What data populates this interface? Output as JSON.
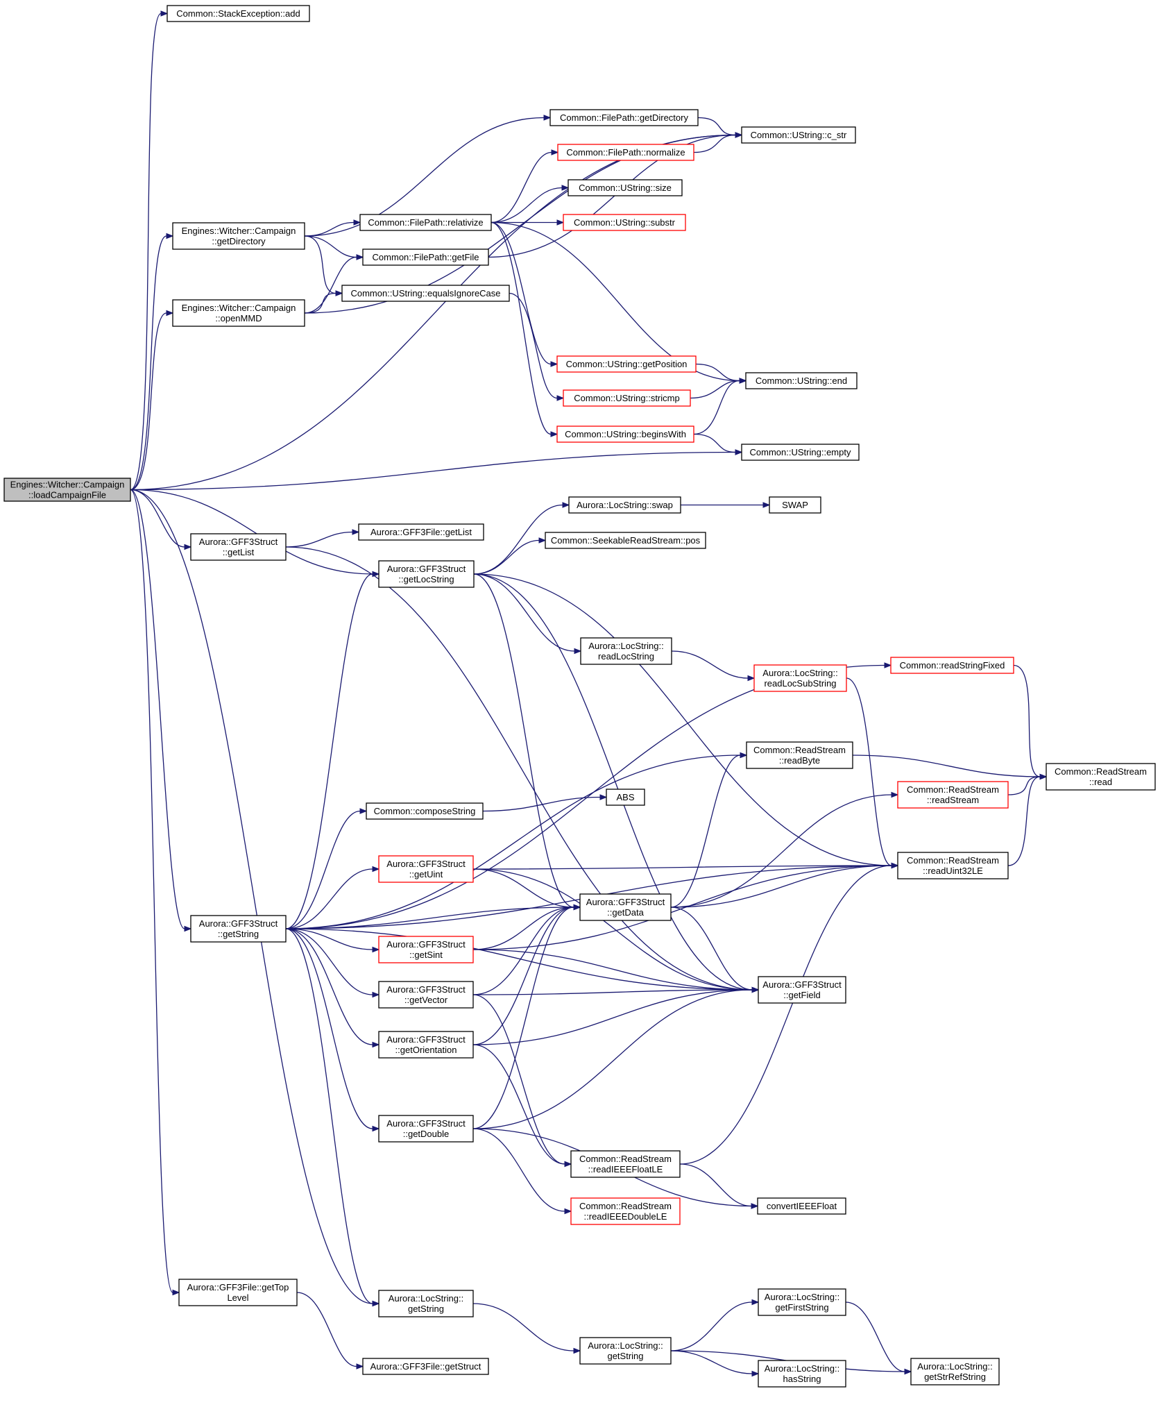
{
  "colors": {
    "edge": "#191970",
    "node_border": "#000000",
    "node_border_red": "#ff0000",
    "root_fill": "#bfbfbf"
  },
  "nodes": [
    {
      "id": "root",
      "lines": [
        "Engines::Witcher::Campaign",
        "::loadCampaignFile"
      ],
      "style": "root"
    },
    {
      "id": "stackexc_add",
      "lines": [
        "Common::StackException::add"
      ],
      "style": "normal"
    },
    {
      "id": "cstr",
      "lines": [
        "Common::UString::c_str"
      ],
      "style": "normal"
    },
    {
      "id": "fp_getdir",
      "lines": [
        "Common::FilePath::getDirectory"
      ],
      "style": "normal"
    },
    {
      "id": "fp_normalize",
      "lines": [
        "Common::FilePath::normalize"
      ],
      "style": "red"
    },
    {
      "id": "us_size",
      "lines": [
        "Common::UString::size"
      ],
      "style": "normal"
    },
    {
      "id": "us_substr",
      "lines": [
        "Common::UString::substr"
      ],
      "style": "red"
    },
    {
      "id": "fp_relativize",
      "lines": [
        "Common::FilePath::relativize"
      ],
      "style": "normal"
    },
    {
      "id": "camp_getdir",
      "lines": [
        "Engines::Witcher::Campaign",
        "::getDirectory"
      ],
      "style": "normal"
    },
    {
      "id": "fp_getfile",
      "lines": [
        "Common::FilePath::getFile"
      ],
      "style": "normal"
    },
    {
      "id": "us_eqic",
      "lines": [
        "Common::UString::equalsIgnoreCase"
      ],
      "style": "normal"
    },
    {
      "id": "camp_openmmd",
      "lines": [
        "Engines::Witcher::Campaign",
        "::openMMD"
      ],
      "style": "normal"
    },
    {
      "id": "us_getpos",
      "lines": [
        "Common::UString::getPosition"
      ],
      "style": "red"
    },
    {
      "id": "us_end",
      "lines": [
        "Common::UString::end"
      ],
      "style": "normal"
    },
    {
      "id": "us_stricmp",
      "lines": [
        "Common::UString::stricmp"
      ],
      "style": "red"
    },
    {
      "id": "us_beginswith",
      "lines": [
        "Common::UString::beginsWith"
      ],
      "style": "red"
    },
    {
      "id": "us_empty",
      "lines": [
        "Common::UString::empty"
      ],
      "style": "normal"
    },
    {
      "id": "ls_swap",
      "lines": [
        "Aurora::LocString::swap"
      ],
      "style": "normal"
    },
    {
      "id": "swap",
      "lines": [
        "SWAP"
      ],
      "style": "normal"
    },
    {
      "id": "gff_getlist_file",
      "lines": [
        "Aurora::GFF3File::getList"
      ],
      "style": "normal"
    },
    {
      "id": "srs_pos",
      "lines": [
        "Common::SeekableReadStream::pos"
      ],
      "style": "normal"
    },
    {
      "id": "gs_getlist",
      "lines": [
        "Aurora::GFF3Struct",
        "::getList"
      ],
      "style": "normal"
    },
    {
      "id": "gs_getlocstring",
      "lines": [
        "Aurora::GFF3Struct",
        "::getLocString"
      ],
      "style": "normal"
    },
    {
      "id": "ls_readlocstring",
      "lines": [
        "Aurora::LocString::",
        "readLocString"
      ],
      "style": "normal"
    },
    {
      "id": "rs_fixed",
      "lines": [
        "Common::readStringFixed"
      ],
      "style": "red"
    },
    {
      "id": "ls_readlocsub",
      "lines": [
        "Aurora::LocString::",
        "readLocSubString"
      ],
      "style": "red"
    },
    {
      "id": "rs_readbyte",
      "lines": [
        "Common::ReadStream",
        "::readByte"
      ],
      "style": "normal"
    },
    {
      "id": "rs_read",
      "lines": [
        "Common::ReadStream",
        "::read"
      ],
      "style": "normal"
    },
    {
      "id": "composestring",
      "lines": [
        "Common::composeString"
      ],
      "style": "normal"
    },
    {
      "id": "abs",
      "lines": [
        "ABS"
      ],
      "style": "normal"
    },
    {
      "id": "rs_readstream",
      "lines": [
        "Common::ReadStream",
        "::readStream"
      ],
      "style": "red"
    },
    {
      "id": "gs_getuint",
      "lines": [
        "Aurora::GFF3Struct",
        "::getUint"
      ],
      "style": "red"
    },
    {
      "id": "rs_readuint32",
      "lines": [
        "Common::ReadStream",
        "::readUint32LE"
      ],
      "style": "normal"
    },
    {
      "id": "gs_getdata",
      "lines": [
        "Aurora::GFF3Struct",
        "::getData"
      ],
      "style": "normal"
    },
    {
      "id": "gs_getstring",
      "lines": [
        "Aurora::GFF3Struct",
        "::getString"
      ],
      "style": "normal"
    },
    {
      "id": "gs_getsint",
      "lines": [
        "Aurora::GFF3Struct",
        "::getSint"
      ],
      "style": "red"
    },
    {
      "id": "gs_getvector",
      "lines": [
        "Aurora::GFF3Struct",
        "::getVector"
      ],
      "style": "normal"
    },
    {
      "id": "gs_getfield",
      "lines": [
        "Aurora::GFF3Struct",
        "::getField"
      ],
      "style": "normal"
    },
    {
      "id": "gs_getorient",
      "lines": [
        "Aurora::GFF3Struct",
        "::getOrientation"
      ],
      "style": "normal"
    },
    {
      "id": "gs_getdouble",
      "lines": [
        "Aurora::GFF3Struct",
        "::getDouble"
      ],
      "style": "normal"
    },
    {
      "id": "rs_readfloat",
      "lines": [
        "Common::ReadStream",
        "::readIEEEFloatLE"
      ],
      "style": "normal"
    },
    {
      "id": "rs_readdouble",
      "lines": [
        "Common::ReadStream",
        "::readIEEEDoubleLE"
      ],
      "style": "red"
    },
    {
      "id": "convfloat",
      "lines": [
        "convertIEEEFloat"
      ],
      "style": "normal"
    },
    {
      "id": "gff_gettoplevel",
      "lines": [
        "Aurora::GFF3File::getTop",
        "Level"
      ],
      "style": "normal"
    },
    {
      "id": "ls_getstring1",
      "lines": [
        "Aurora::LocString::",
        "getString"
      ],
      "style": "normal"
    },
    {
      "id": "gff_getstruct",
      "lines": [
        "Aurora::GFF3File::getStruct"
      ],
      "style": "normal"
    },
    {
      "id": "ls_getstring2",
      "lines": [
        "Aurora::LocString::",
        "getString"
      ],
      "style": "normal"
    },
    {
      "id": "ls_getfirst",
      "lines": [
        "Aurora::LocString::",
        "getFirstString"
      ],
      "style": "normal"
    },
    {
      "id": "ls_hasstring",
      "lines": [
        "Aurora::LocString::",
        "hasString"
      ],
      "style": "normal"
    },
    {
      "id": "ls_getstrref",
      "lines": [
        "Aurora::LocString::",
        "getStrRefString"
      ],
      "style": "normal"
    }
  ],
  "edges": [
    [
      "root",
      "stackexc_add"
    ],
    [
      "root",
      "cstr"
    ],
    [
      "root",
      "camp_getdir"
    ],
    [
      "root",
      "camp_openmmd"
    ],
    [
      "root",
      "us_empty"
    ],
    [
      "root",
      "gs_getlist"
    ],
    [
      "root",
      "gs_getlocstring"
    ],
    [
      "root",
      "gs_getstring"
    ],
    [
      "root",
      "gff_gettoplevel"
    ],
    [
      "root",
      "ls_getstring1"
    ],
    [
      "camp_getdir",
      "fp_getdir"
    ],
    [
      "camp_getdir",
      "fp_relativize"
    ],
    [
      "camp_getdir",
      "fp_getfile"
    ],
    [
      "camp_getdir",
      "us_eqic"
    ],
    [
      "camp_openmmd",
      "fp_getfile"
    ],
    [
      "camp_openmmd",
      "us_eqic"
    ],
    [
      "camp_openmmd",
      "cstr"
    ],
    [
      "fp_getdir",
      "cstr"
    ],
    [
      "fp_normalize",
      "cstr"
    ],
    [
      "fp_getfile",
      "cstr"
    ],
    [
      "fp_relativize",
      "fp_normalize"
    ],
    [
      "fp_relativize",
      "us_size"
    ],
    [
      "fp_relativize",
      "us_substr"
    ],
    [
      "fp_relativize",
      "us_getpos"
    ],
    [
      "fp_relativize",
      "us_end"
    ],
    [
      "fp_relativize",
      "us_beginswith"
    ],
    [
      "us_eqic",
      "us_stricmp"
    ],
    [
      "us_getpos",
      "us_end"
    ],
    [
      "us_stricmp",
      "us_end"
    ],
    [
      "us_beginswith",
      "us_end"
    ],
    [
      "us_beginswith",
      "us_empty"
    ],
    [
      "ls_swap",
      "swap"
    ],
    [
      "gs_getlist",
      "gff_getlist_file"
    ],
    [
      "gs_getlist",
      "gs_getfield"
    ],
    [
      "gs_getlocstring",
      "ls_swap"
    ],
    [
      "gs_getlocstring",
      "srs_pos"
    ],
    [
      "gs_getlocstring",
      "rs_readuint32"
    ],
    [
      "gs_getlocstring",
      "ls_readlocstring"
    ],
    [
      "gs_getlocstring",
      "gs_getdata"
    ],
    [
      "gs_getlocstring",
      "gs_getfield"
    ],
    [
      "ls_readlocstring",
      "ls_readlocsub"
    ],
    [
      "ls_readlocsub",
      "rs_readuint32"
    ],
    [
      "rs_fixed",
      "rs_read"
    ],
    [
      "rs_readbyte",
      "rs_read"
    ],
    [
      "rs_readstream",
      "rs_read"
    ],
    [
      "rs_readuint32",
      "rs_read"
    ],
    [
      "composestring",
      "abs"
    ],
    [
      "gs_getstring",
      "gs_getlocstring"
    ],
    [
      "gs_getstring",
      "rs_fixed"
    ],
    [
      "gs_getstring",
      "rs_readbyte"
    ],
    [
      "gs_getstring",
      "composestring"
    ],
    [
      "gs_getstring",
      "gs_getuint"
    ],
    [
      "gs_getstring",
      "gs_getdata"
    ],
    [
      "gs_getstring",
      "gs_getsint"
    ],
    [
      "gs_getstring",
      "gs_getvector"
    ],
    [
      "gs_getstring",
      "gs_getorient"
    ],
    [
      "gs_getstring",
      "gs_getfield"
    ],
    [
      "gs_getstring",
      "gs_getdouble"
    ],
    [
      "gs_getstring",
      "rs_readuint32"
    ],
    [
      "gs_getstring",
      "ls_getstring1"
    ],
    [
      "gs_getuint",
      "rs_readuint32"
    ],
    [
      "gs_getuint",
      "gs_getdata"
    ],
    [
      "gs_getuint",
      "gs_getfield"
    ],
    [
      "gs_getsint",
      "gs_getdata"
    ],
    [
      "gs_getsint",
      "rs_readuint32"
    ],
    [
      "gs_getsint",
      "gs_getfield"
    ],
    [
      "gs_getvector",
      "gs_getdata"
    ],
    [
      "gs_getvector",
      "gs_getfield"
    ],
    [
      "gs_getvector",
      "rs_readfloat"
    ],
    [
      "gs_getorient",
      "gs_getdata"
    ],
    [
      "gs_getorient",
      "gs_getfield"
    ],
    [
      "gs_getorient",
      "rs_readfloat"
    ],
    [
      "gs_getdouble",
      "gs_getdata"
    ],
    [
      "gs_getdouble",
      "gs_getfield"
    ],
    [
      "gs_getdouble",
      "rs_readdouble"
    ],
    [
      "gs_getdouble",
      "convfloat"
    ],
    [
      "gs_getdata",
      "rs_readbyte"
    ],
    [
      "gs_getdata",
      "rs_readstream"
    ],
    [
      "gs_getdata",
      "rs_readuint32"
    ],
    [
      "gs_getdata",
      "gs_getfield"
    ],
    [
      "rs_readfloat",
      "rs_readuint32"
    ],
    [
      "rs_readfloat",
      "convfloat"
    ],
    [
      "gff_gettoplevel",
      "gff_getstruct"
    ],
    [
      "ls_getstring1",
      "ls_getstring2"
    ],
    [
      "ls_getstring2",
      "ls_getfirst"
    ],
    [
      "ls_getstring2",
      "ls_hasstring"
    ],
    [
      "ls_getstring2",
      "ls_getstrref"
    ],
    [
      "ls_getfirst",
      "ls_getstrref"
    ]
  ]
}
